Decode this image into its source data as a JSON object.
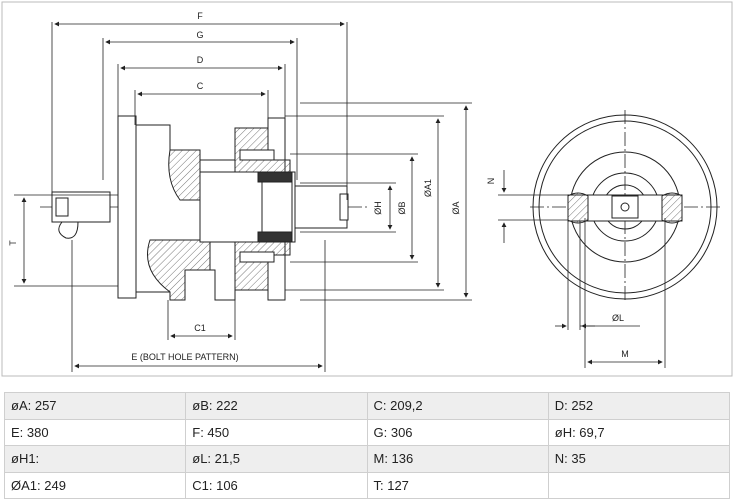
{
  "drawing": {
    "dimension_labels": {
      "F": "F",
      "G": "G",
      "D": "D",
      "C": "C",
      "C1": "C1",
      "E": "E (BOLT HOLE PATTERN)",
      "T": "T",
      "H": "ØH",
      "B": "ØB",
      "A1": "ØA1",
      "A": "ØA",
      "N": "N",
      "L": "ØL",
      "M": "M"
    }
  },
  "specs": {
    "rows": [
      [
        "øA: 257",
        "øB: 222",
        "C: 209,2",
        "D: 252"
      ],
      [
        "E: 380",
        "F: 450",
        "G: 306",
        "øH: 69,7"
      ],
      [
        "øH1:",
        "øL: 21,5",
        "M: 136",
        "N: 35"
      ],
      [
        "ØA1: 249",
        "C1: 106",
        "T: 127",
        ""
      ]
    ]
  }
}
